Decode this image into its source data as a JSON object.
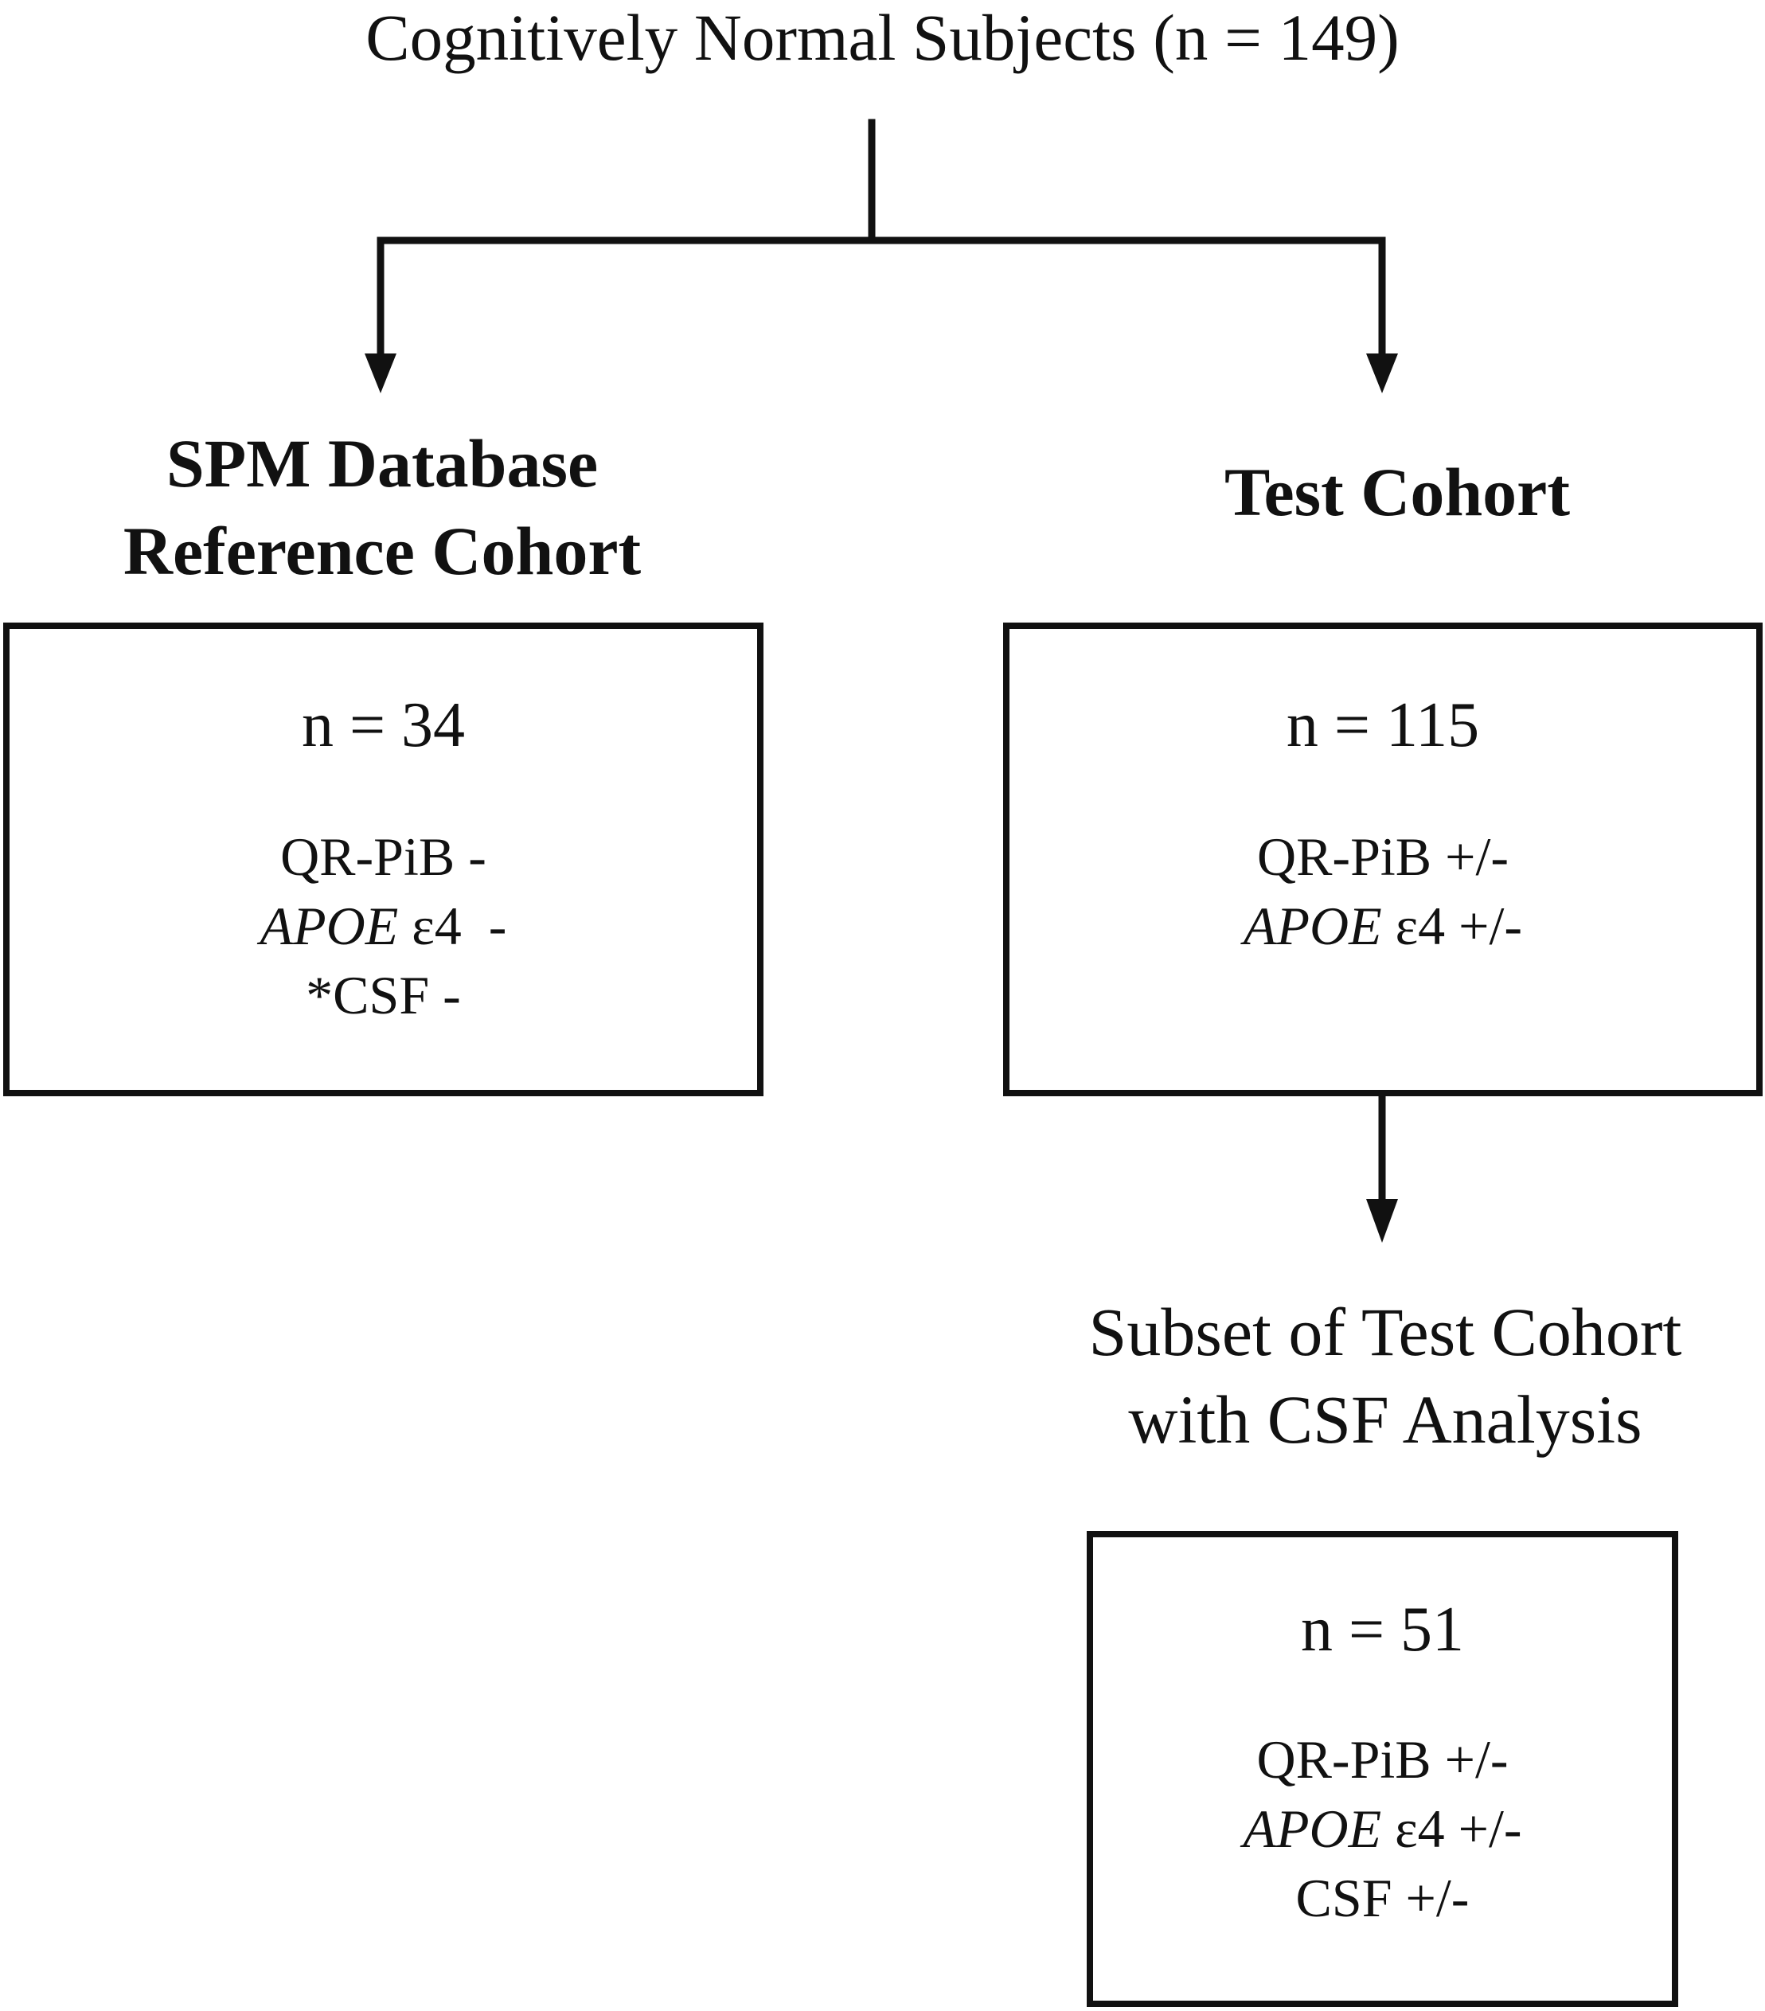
{
  "title": "Cognitively Normal Subjects (n = 149)",
  "reference_cohort": {
    "heading_lines": [
      "SPM Database",
      "Reference Cohort"
    ],
    "n": "n = 34",
    "criteria": {
      "pib": "QR-PiB -",
      "apoe_gene": "APOE",
      "apoe_rest": " ε4  -",
      "csf": "*CSF -"
    }
  },
  "test_cohort": {
    "heading": "Test Cohort",
    "n": "n = 115",
    "criteria": {
      "pib": "QR-PiB +/-",
      "apoe_gene": "APOE",
      "apoe_rest": " ε4 +/-"
    }
  },
  "csf_subset": {
    "heading_lines": [
      "Subset of Test Cohort",
      "with CSF Analysis"
    ],
    "n": "n = 51",
    "criteria": {
      "pib": "QR-PiB +/-",
      "apoe_gene": "APOE",
      "apoe_rest": " ε4 +/-",
      "csf": "CSF +/-"
    }
  },
  "colors": {
    "ink": "#111111",
    "background": "#ffffff"
  }
}
